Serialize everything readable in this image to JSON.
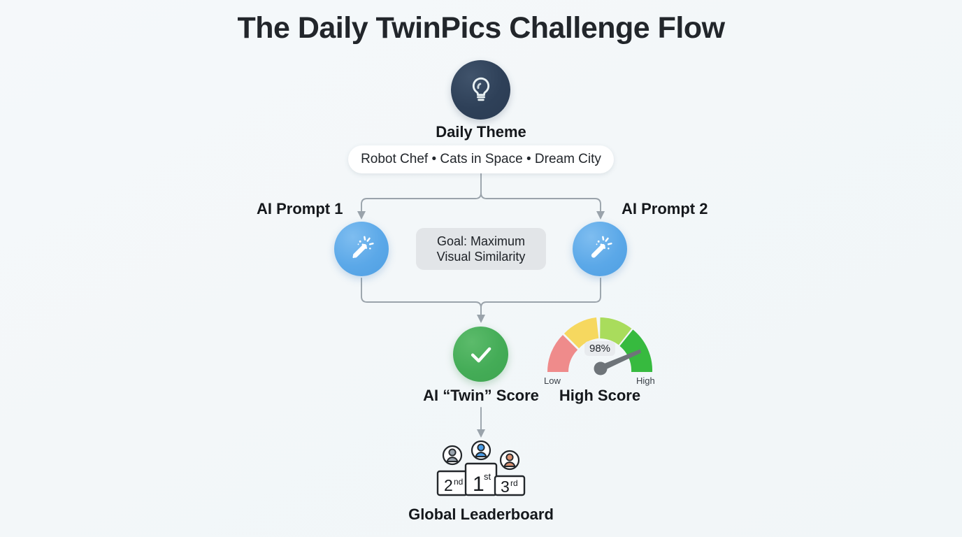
{
  "page": {
    "title": "The Daily TwinPics Challenge Flow",
    "background_color": "#f4f7f9"
  },
  "nodes": {
    "daily_theme": {
      "label": "Daily Theme",
      "icon": "lightbulb-icon",
      "color": "#2e4058"
    },
    "theme_pill": {
      "text": "Robot Chef • Cats in Space • Dream City"
    },
    "prompt_1": {
      "label": "AI Prompt 1",
      "icon": "magic-wand-icon",
      "color": "#5ba8e8"
    },
    "prompt_2": {
      "label": "AI Prompt 2",
      "icon": "magic-wand-icon",
      "color": "#5ba8e8"
    },
    "goal_box": {
      "line1": "Goal: Maximum",
      "line2": "Visual Similarity"
    },
    "twin_score": {
      "label": "AI “Twin” Score",
      "icon": "check-icon",
      "color": "#44ac57"
    },
    "high_score": {
      "label": "High Score",
      "icon": "gauge-icon",
      "value": "98%",
      "min_label": "Low",
      "max_label": "High"
    },
    "leaderboard": {
      "label": "Global Leaderboard",
      "icon": "podium-icon",
      "places": [
        {
          "rank": "2",
          "suffix": "nd",
          "avatar_color": "#9aa4ae"
        },
        {
          "rank": "1",
          "suffix": "st",
          "avatar_color": "#4a9de8"
        },
        {
          "rank": "3",
          "suffix": "rd",
          "avatar_color": "#d89070"
        }
      ]
    }
  },
  "gauge_segments": [
    {
      "name": "low",
      "color": "#ef8b8b"
    },
    {
      "name": "medium",
      "color": "#f6d85f"
    },
    {
      "name": "high",
      "color": "#a9dc5c"
    },
    {
      "name": "very-high",
      "color": "#37ba3f"
    }
  ]
}
